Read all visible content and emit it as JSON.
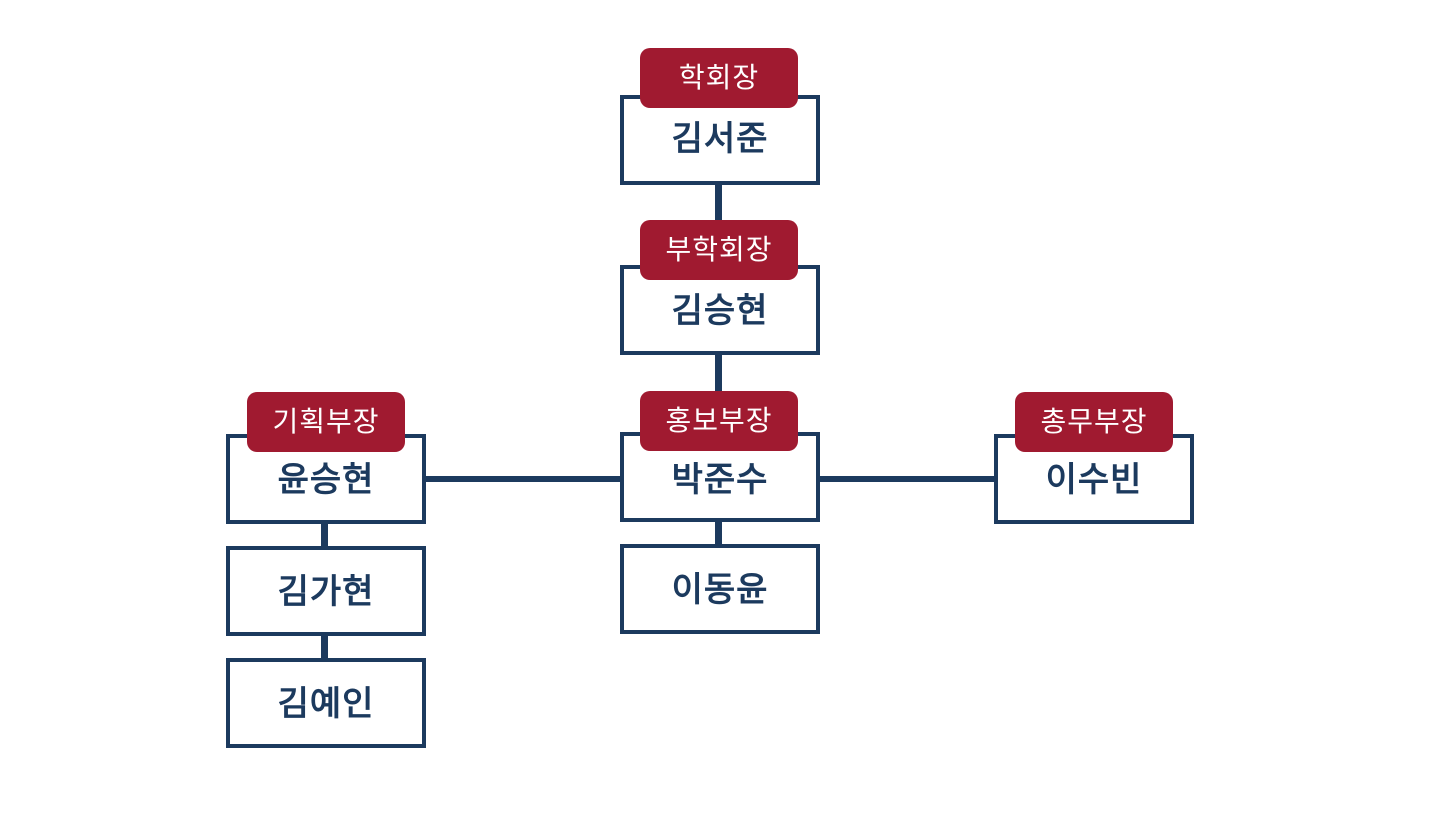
{
  "org_chart": {
    "president": {
      "role": "학회장",
      "name": "김서준"
    },
    "vice_president": {
      "role": "부학회장",
      "name": "김승현"
    },
    "planning": {
      "role": "기획부장",
      "name": "윤승현",
      "members": [
        "김가현",
        "김예인"
      ]
    },
    "pr": {
      "role": "홍보부장",
      "name": "박준수",
      "members": [
        "이동윤"
      ]
    },
    "general_affairs": {
      "role": "총무부장",
      "name": "이수빈"
    }
  },
  "colors": {
    "border": "#1c3a5e",
    "badge": "#a01a30",
    "text": "#1c3a5e"
  }
}
